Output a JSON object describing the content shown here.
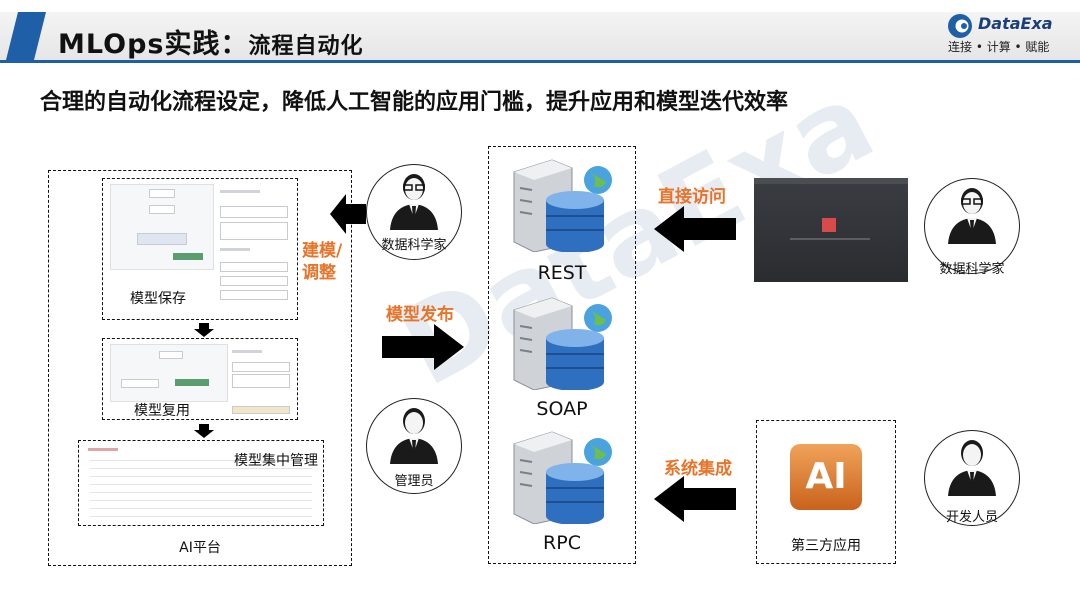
{
  "slide": {
    "title": "MLOps实践：",
    "title_sub": "流程自动化",
    "logo": {
      "name": "DataExa",
      "tagline": "连接 • 计算 • 赋能",
      "color": "#1f5fa8"
    },
    "headline": "合理的自动化流程设定，降低人工智能的应用门槛，提升应用和模型迭代效率"
  },
  "platform": {
    "label": "AI平台",
    "steps": [
      {
        "label": "模型保存"
      },
      {
        "label": "模型复用"
      },
      {
        "label": "模型集中管理"
      }
    ]
  },
  "arrows": {
    "build_tune": "建模/\n调整",
    "publish": "模型发布",
    "direct_access": "直接访问",
    "system_integration": "系统集成"
  },
  "servers": [
    {
      "label": "REST"
    },
    {
      "label": "SOAP"
    },
    {
      "label": "RPC"
    }
  ],
  "people": {
    "left_top": "数据科学家",
    "left_bottom": "管理员",
    "right_top": "数据科学家",
    "right_bottom": "开发人员"
  },
  "third_party": {
    "icon_text": "AI",
    "label": "第三方应用"
  },
  "colors": {
    "accent_orange": "#e8742a",
    "title_blue": "#1f5fa8"
  }
}
